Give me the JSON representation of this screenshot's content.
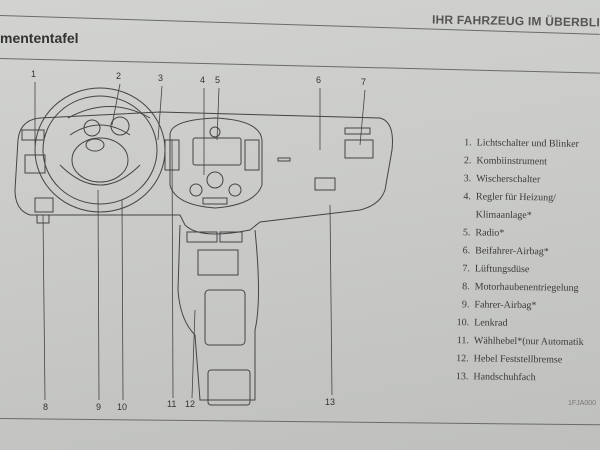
{
  "header": {
    "chapter": "IHR FAHRZEUG IM ÜBERBLI",
    "section": "mententafel"
  },
  "callouts_top": [
    "1",
    "2",
    "3",
    "4",
    "5",
    "6",
    "7"
  ],
  "callouts_bottom": [
    "8",
    "9",
    "10",
    "11",
    "12",
    "13"
  ],
  "legend": [
    {
      "n": "1.",
      "label": "Lichtschalter und Blinker"
    },
    {
      "n": "2.",
      "label": "Kombiinstrument"
    },
    {
      "n": "3.",
      "label": "Wischerschalter"
    },
    {
      "n": "4.",
      "label": "Regler für Heizung/",
      "cont": "Klimaanlage*"
    },
    {
      "n": "5.",
      "label": "Radio*"
    },
    {
      "n": "6.",
      "label": "Beifahrer-Airbag*"
    },
    {
      "n": "7.",
      "label": "Lüftungsdüse"
    },
    {
      "n": "8.",
      "label": "Motorhaubenentriegelung"
    },
    {
      "n": "9.",
      "label": "Fahrer-Airbag*"
    },
    {
      "n": "10.",
      "label": "Lenkrad"
    },
    {
      "n": "11.",
      "label": "Wählhebel*(nur Automatik"
    },
    {
      "n": "12.",
      "label": "Hebel Feststellbremse"
    },
    {
      "n": "13.",
      "label": "Handschuhfach"
    }
  ],
  "figure_code": "1FJA000",
  "colors": {
    "paper": "#c9cac7",
    "ink": "#333333"
  }
}
